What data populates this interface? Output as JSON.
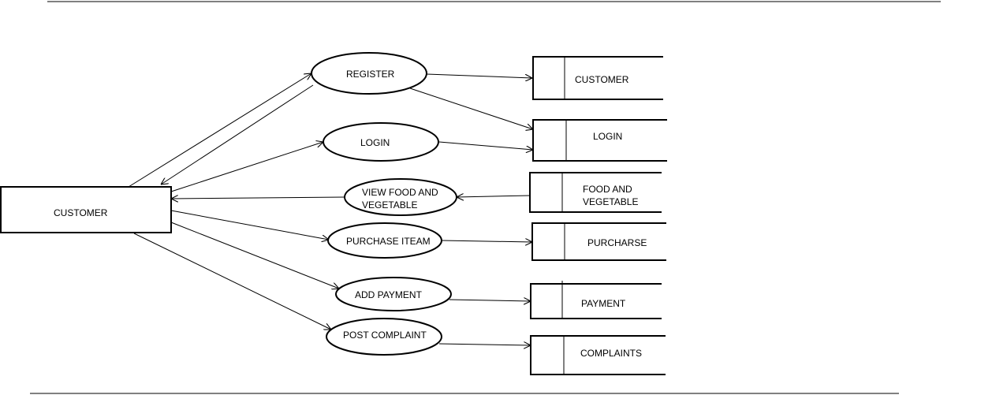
{
  "entity": {
    "label": "CUSTOMER"
  },
  "processes": [
    {
      "id": "register",
      "label": "REGISTER"
    },
    {
      "id": "login",
      "label": "LOGIN"
    },
    {
      "id": "view",
      "lines": [
        "VIEW FOOD AND",
        "VEGETABLE"
      ]
    },
    {
      "id": "purchase",
      "label": "PURCHASE ITEAM"
    },
    {
      "id": "payment",
      "label": "ADD PAYMENT"
    },
    {
      "id": "complaint",
      "label": "POST COMPLAINT"
    }
  ],
  "stores": [
    {
      "id": "s_customer",
      "label": "CUSTOMER"
    },
    {
      "id": "s_login",
      "label": "LOGIN"
    },
    {
      "id": "s_food",
      "lines": [
        "FOOD AND",
        "VEGETABLE"
      ]
    },
    {
      "id": "s_purchase",
      "label": "PURCHARSE"
    },
    {
      "id": "s_payment",
      "label": "PAYMENT"
    },
    {
      "id": "s_complaints",
      "label": "COMPLAINTS"
    }
  ]
}
